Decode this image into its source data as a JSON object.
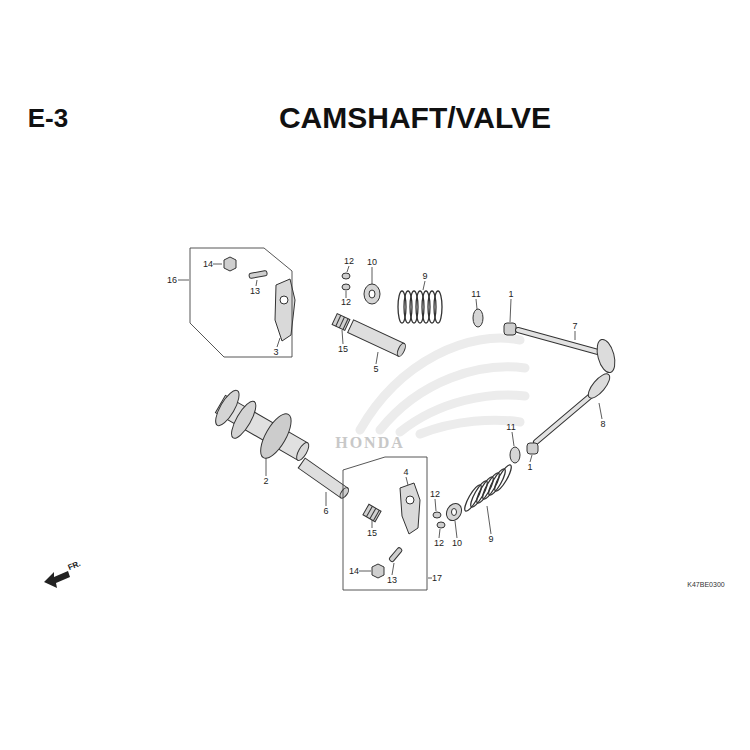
{
  "diagram": {
    "title": "CAMSHAFT/VALVE",
    "nodes": [
      {
        "text": [
          "16",
          "14",
          "13",
          "3"
        ]
      },
      {
        "text": [
          "4",
          "14",
          "13",
          "17"
        ]
      }
    ],
    "labels": [
      "E-3",
      "12",
      "10",
      "12",
      "15",
      "5",
      "9",
      "11",
      "1",
      "7",
      "2",
      "8",
      "11",
      "1",
      "6",
      "15",
      "12",
      "12",
      "10",
      "9",
      "FR.",
      "HONDA",
      "K47BE0300"
    ]
  }
}
